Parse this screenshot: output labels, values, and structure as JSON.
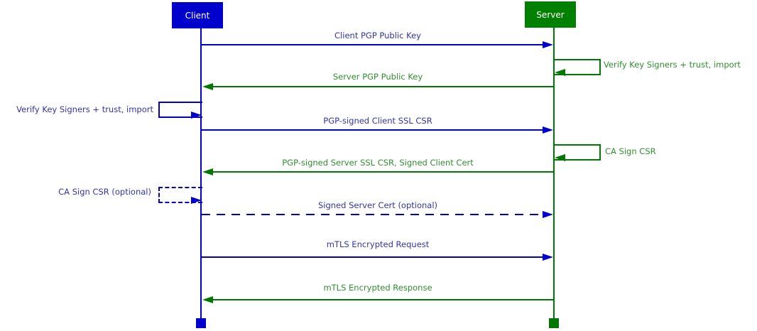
{
  "diagram": {
    "type": "sequence-diagram",
    "colors": {
      "client_accent": "#0000cc",
      "server_accent": "#008000",
      "client_line": "#0000cc",
      "server_line": "#007700",
      "client_text": "#3333aa",
      "server_text": "#2f8f2f",
      "actor_label_text": "#ffffff"
    },
    "actors": [
      {
        "name": "Client",
        "color": "#0000cc"
      },
      {
        "name": "Server",
        "color": "#008000"
      }
    ],
    "messages": [
      {
        "label": "Client PGP Public Key",
        "from": "Client",
        "to": "Server",
        "style": "solid",
        "color": "blue"
      },
      {
        "label": "Verify Key Signers + trust, import",
        "type": "self",
        "actor": "Server",
        "style": "solid",
        "color": "green"
      },
      {
        "label": "Server PGP Public Key",
        "from": "Server",
        "to": "Client",
        "style": "solid",
        "color": "green"
      },
      {
        "label": "Verify Key Signers + trust, import",
        "type": "self",
        "actor": "Client",
        "style": "solid",
        "color": "blue"
      },
      {
        "label": "PGP-signed Client SSL CSR",
        "from": "Client",
        "to": "Server",
        "style": "solid",
        "color": "blue"
      },
      {
        "label": "CA Sign CSR",
        "type": "self",
        "actor": "Server",
        "style": "solid",
        "color": "green"
      },
      {
        "label": "PGP-signed Server SSL CSR, Signed Client Cert",
        "from": "Server",
        "to": "Client",
        "style": "solid",
        "color": "green"
      },
      {
        "label": "CA Sign CSR (optional)",
        "type": "self",
        "actor": "Client",
        "style": "dashed",
        "color": "blue"
      },
      {
        "label": "Signed Server Cert (optional)",
        "from": "Client",
        "to": "Server",
        "style": "dashed",
        "color": "blue"
      },
      {
        "label": "mTLS Encrypted Request",
        "from": "Client",
        "to": "Server",
        "style": "solid",
        "color": "blue"
      },
      {
        "label": "mTLS Encrypted Response",
        "from": "Server",
        "to": "Client",
        "style": "solid",
        "color": "green"
      }
    ]
  }
}
